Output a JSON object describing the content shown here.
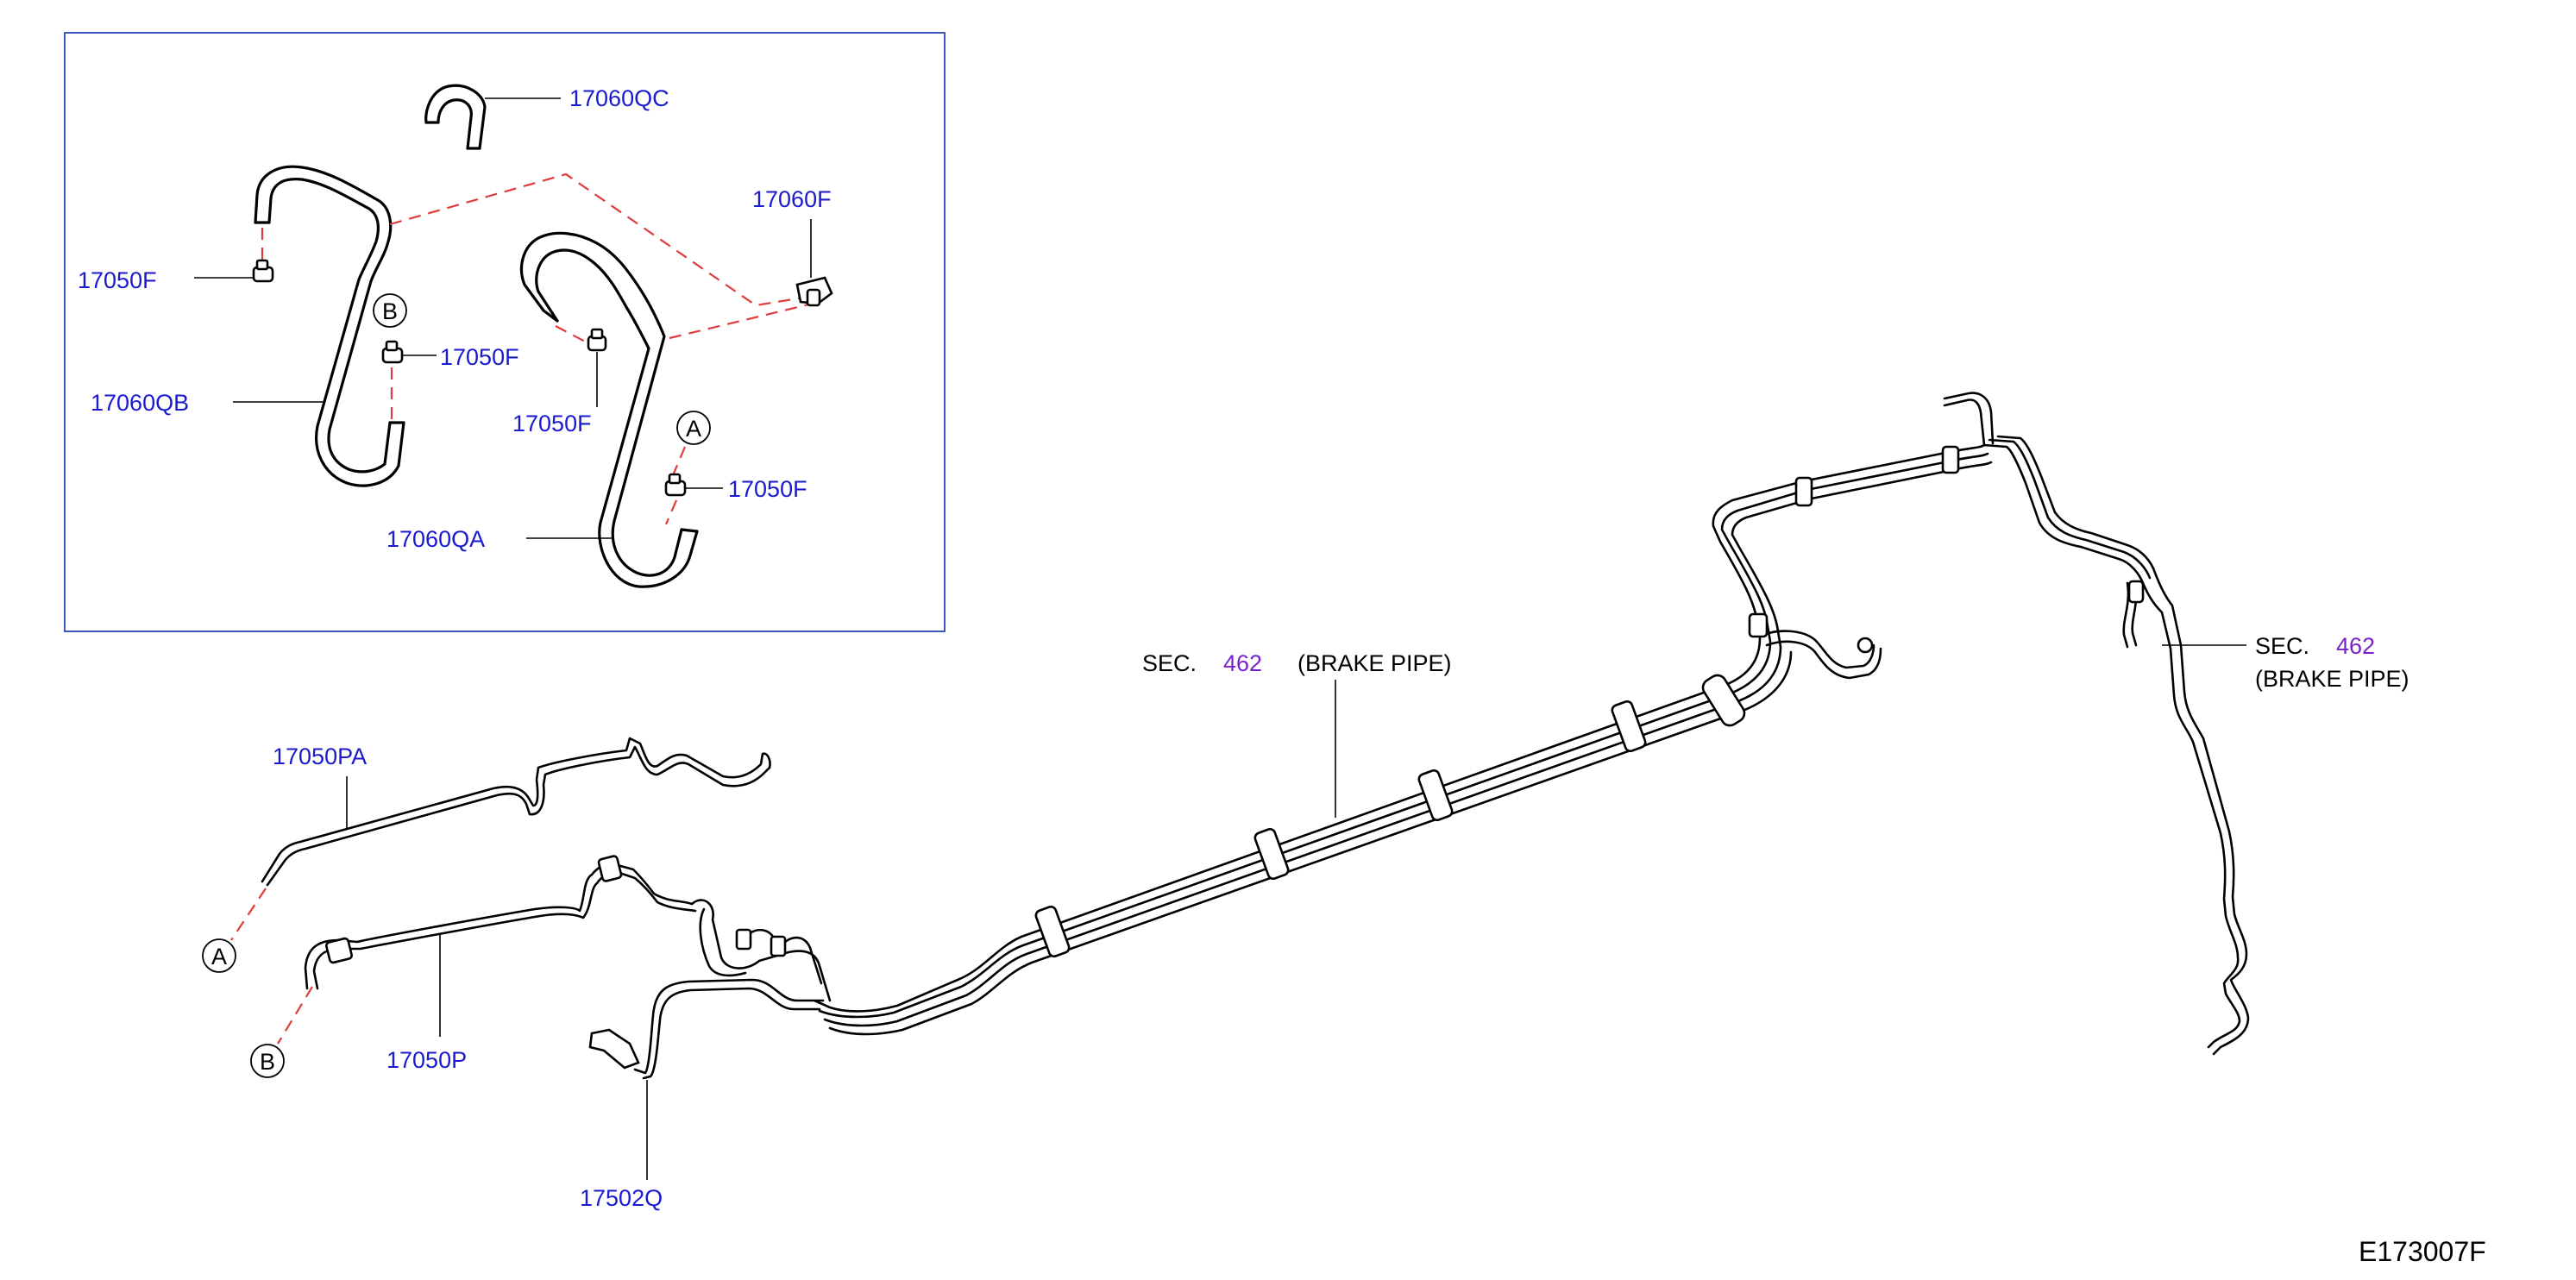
{
  "diagram": {
    "colors": {
      "part_number": "#1a1ad0",
      "section_ref": "#7a22c9",
      "dashed_link": "#e03c3c",
      "line": "#000000"
    },
    "part_labels": {
      "p17060QC": "17060QC",
      "p17060F": "17060F",
      "p17050F_1": "17050F",
      "p17050F_2": "17050F",
      "p17050F_3": "17050F",
      "p17050F_4": "17050F",
      "p17060QB": "17060QB",
      "p17060QA": "17060QA",
      "p17050PA": "17050PA",
      "p17050P": "17050P",
      "p17502Q": "17502Q"
    },
    "callouts": {
      "a_top": "A",
      "b_top": "B",
      "a_bottom": "A",
      "b_bottom": "B"
    },
    "sections": {
      "center": {
        "sec": "SEC.",
        "num": "462",
        "desc": "(BRAKE   PIPE)"
      },
      "right": {
        "sec": "SEC.",
        "num": "462",
        "desc": "(BRAKE   PIPE)"
      }
    },
    "drawing_code": "E173007F"
  }
}
